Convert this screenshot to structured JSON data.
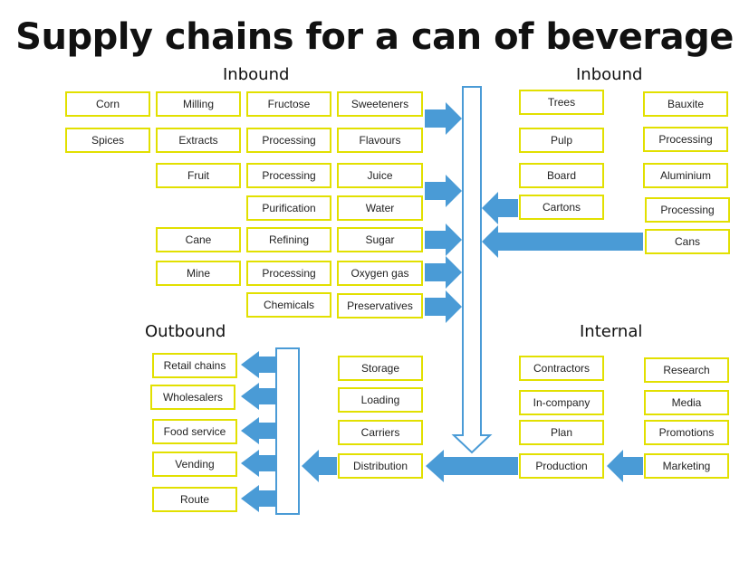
{
  "title": "Supply chains for a can of beverage",
  "headings": {
    "inbound_left": "Inbound",
    "inbound_right": "Inbound",
    "outbound": "Outbound",
    "internal": "Internal"
  },
  "inbound_left": {
    "row1": [
      "Corn",
      "Milling",
      "Fructose",
      "Sweeteners"
    ],
    "row2": [
      "Spices",
      "Extracts",
      "Processing",
      "Flavours"
    ],
    "row3": [
      "Fruit",
      "Processing",
      "Juice"
    ],
    "row4": [
      "Purification",
      "Water"
    ],
    "row5": [
      "Cane",
      "Refining",
      "Sugar"
    ],
    "row6": [
      "Mine",
      "Processing",
      "Oxygen gas"
    ],
    "row7": [
      "Chemicals",
      "Preservatives"
    ]
  },
  "inbound_right": {
    "col1": [
      "Trees",
      "Pulp",
      "Board",
      "Cartons"
    ],
    "col2": [
      "Bauxite",
      "Processing",
      "Aluminium",
      "Processing",
      "Cans"
    ]
  },
  "outbound": [
    "Retail chains",
    "Wholesalers",
    "Food service",
    "Vending",
    "Route"
  ],
  "distribution": [
    "Storage",
    "Loading",
    "Carriers",
    "Distribution"
  ],
  "internal": {
    "col1": [
      "Contractors",
      "In-company",
      "Plan",
      "Production"
    ],
    "col2": [
      "Research",
      "Media",
      "Promotions",
      "Marketing"
    ]
  },
  "colors": {
    "box_border": "#e2e000",
    "arrow_fill": "#4a9bd6",
    "bar_stroke": "#4a9bd6"
  }
}
